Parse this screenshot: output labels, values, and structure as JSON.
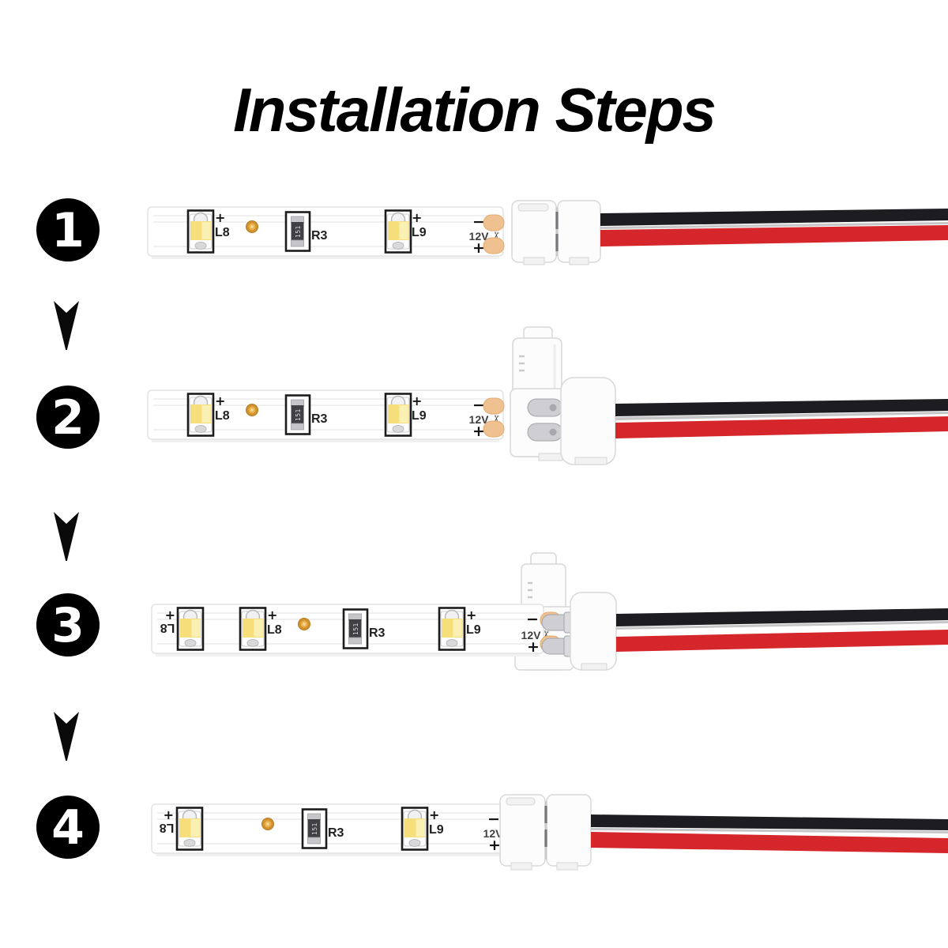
{
  "title": "Installation Steps",
  "symbols": {
    "plus": "+",
    "minus": "−",
    "voltage": "12V",
    "resistor_code": "151",
    "scissors_icon": "✂"
  },
  "colors": {
    "wire_black": "#1d1d21",
    "wire_red": "#d5262b",
    "wire_sheen": "#c6c6c8",
    "led_yellow": "#f6df7a",
    "pad_copper": "#efc191",
    "solder_dot": "#d0912f",
    "arrow_black": "#0a0a0a"
  },
  "steps": [
    {
      "number": "1",
      "strip_labels": {
        "led1": "L8",
        "resistor": "R3",
        "led2": "L9"
      }
    },
    {
      "number": "2",
      "strip_labels": {
        "led1": "L8",
        "resistor": "R3",
        "led2": "L9"
      }
    },
    {
      "number": "3",
      "strip_labels": {
        "led0": "L8",
        "led1": "L8",
        "resistor": "R3",
        "led2": "L9"
      }
    },
    {
      "number": "4",
      "strip_labels": {
        "led0": "L8",
        "resistor": "R3",
        "led2": "L9"
      }
    }
  ]
}
